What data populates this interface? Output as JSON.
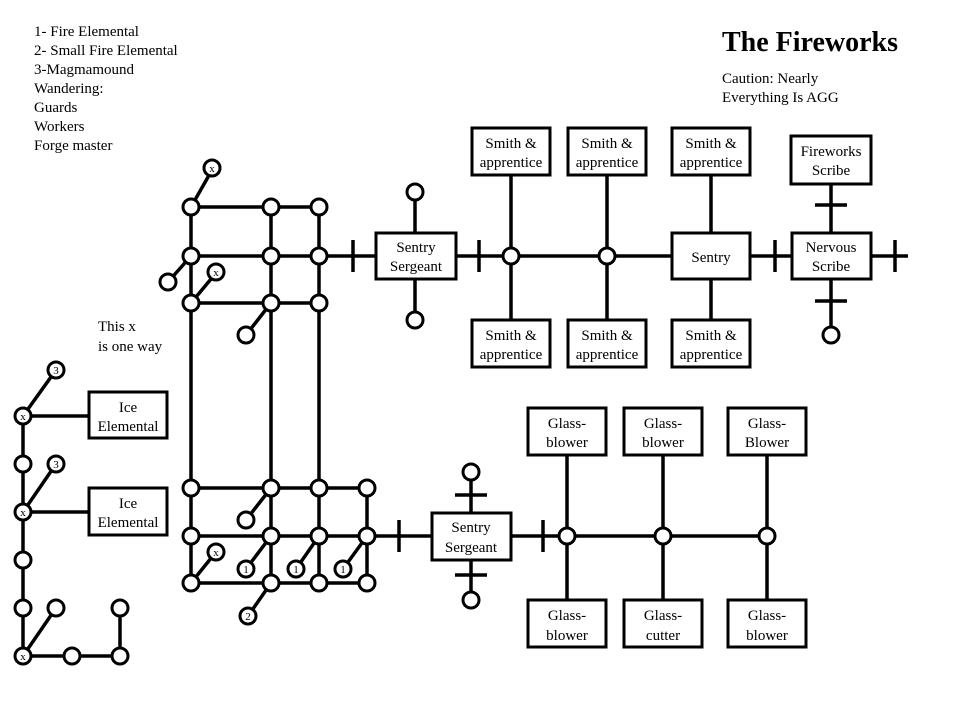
{
  "title": "The Fireworks",
  "caution": [
    "Caution: Nearly",
    "Everything Is AGG"
  ],
  "legend": [
    "1- Fire Elemental",
    "2- Small Fire Elemental",
    "3-Magmamound",
    "Wandering:",
    "Guards",
    "Workers",
    "Forge master"
  ],
  "one_way_note": [
    "This x",
    "is one way"
  ],
  "rooms": {
    "sentry_sergeant_top": [
      "Sentry",
      "Sergeant"
    ],
    "smith_top_1": [
      "Smith &",
      "apprentice"
    ],
    "smith_top_2": [
      "Smith &",
      "apprentice"
    ],
    "smith_top_3": [
      "Smith &",
      "apprentice"
    ],
    "sentry": [
      "Sentry"
    ],
    "fireworks_scribe": [
      "Fireworks",
      "Scribe"
    ],
    "nervous_scribe": [
      "Nervous",
      "Scribe"
    ],
    "smith_bottom_1": [
      "Smith &",
      "apprentice"
    ],
    "smith_bottom_2": [
      "Smith &",
      "apprentice"
    ],
    "smith_bottom_3": [
      "Smith &",
      "apprentice"
    ],
    "ice_elemental_1": [
      "Ice",
      "Elemental"
    ],
    "ice_elemental_2": [
      "Ice",
      "Elemental"
    ],
    "glass_top_1": [
      "Glass-",
      "blower"
    ],
    "glass_top_2": [
      "Glass-",
      "blower"
    ],
    "glass_top_3": [
      "Glass-",
      "Blower"
    ],
    "sentry_sergeant_bottom": [
      "Sentry",
      "Sergeant"
    ],
    "glass_bottom_1": [
      "Glass-",
      "blower"
    ],
    "glass_bottom_2": [
      "Glass-",
      "cutter"
    ],
    "glass_bottom_3": [
      "Glass-",
      "blower"
    ]
  },
  "node_marks": {
    "x": "x",
    "fire_elemental": "1",
    "small_fire_elemental": "2",
    "magmamound": "3"
  }
}
